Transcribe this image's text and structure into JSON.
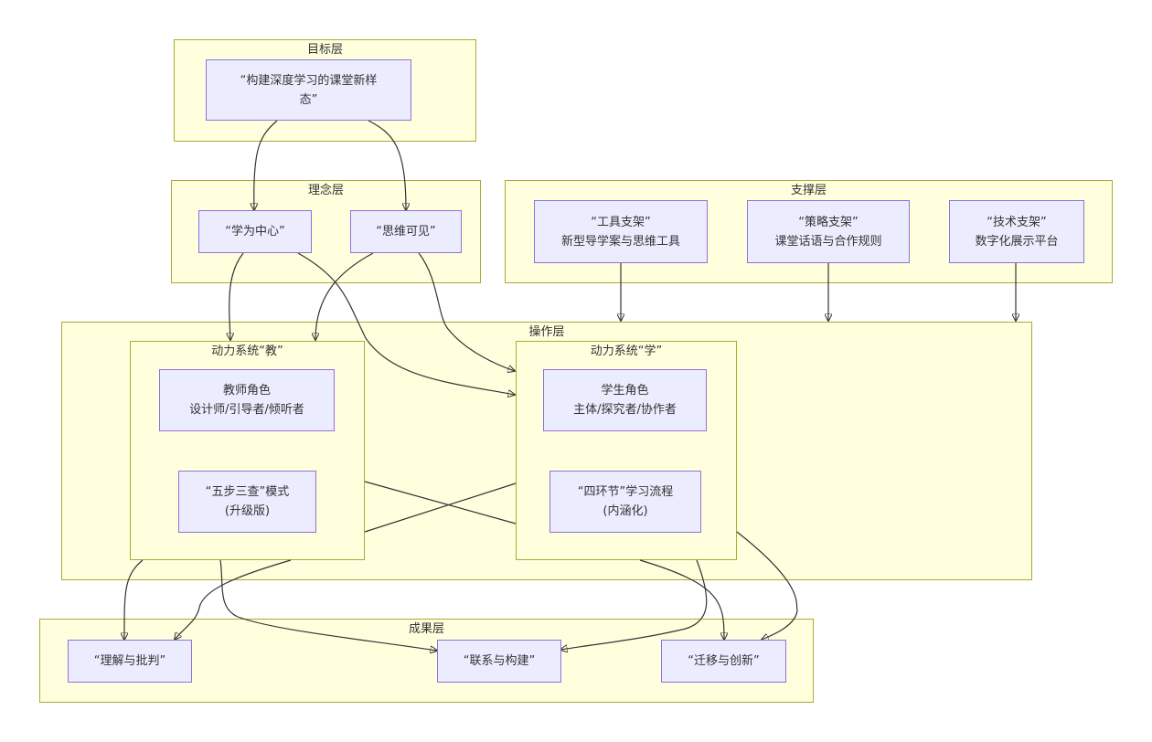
{
  "clusters": {
    "goal": "目标层",
    "concept": "理念层",
    "support": "支撑层",
    "operation": "操作层",
    "teach": "动力系统“教”",
    "learn": "动力系统“学”",
    "outcome": "成果层"
  },
  "nodes": {
    "goal": {
      "line1": "“构建深度学习的课堂新样",
      "line2": "态”"
    },
    "student_center": {
      "line1": "“学为中心”"
    },
    "visible_thinking": {
      "line1": "“思维可见”"
    },
    "tool_scaffold": {
      "line1": "“工具支架”",
      "line2": "新型导学案与思维工具"
    },
    "strategy_scaffold": {
      "line1": "“策略支架”",
      "line2": "课堂话语与合作规则"
    },
    "tech_scaffold": {
      "line1": "“技术支架”",
      "line2": "数字化展示平台"
    },
    "teacher_role": {
      "line1": "教师角色",
      "line2": "设计师/引导者/倾听者"
    },
    "five_step": {
      "line1": "“五步三查”模式",
      "line2": "(升级版)"
    },
    "student_role": {
      "line1": "学生角色",
      "line2": "主体/探究者/协作者"
    },
    "four_link": {
      "line1": "“四环节”学习流程",
      "line2": "(内涵化)"
    },
    "understand": {
      "line1": "“理解与批判”"
    },
    "connect": {
      "line1": "“联系与构建”"
    },
    "transfer": {
      "line1": "“迁移与创新”"
    }
  }
}
